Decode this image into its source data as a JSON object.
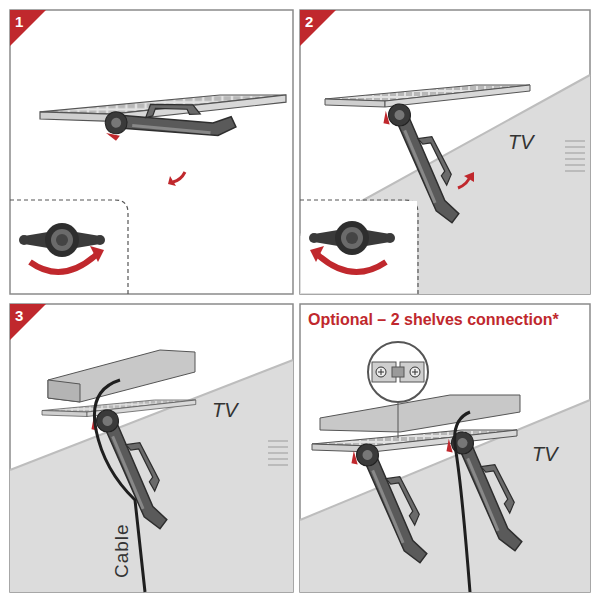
{
  "diagram": {
    "labels": [
      "1",
      "2",
      "TV",
      "3",
      "TV",
      "Cable",
      "Optional – 2 shelves connection*",
      "TV"
    ]
  }
}
